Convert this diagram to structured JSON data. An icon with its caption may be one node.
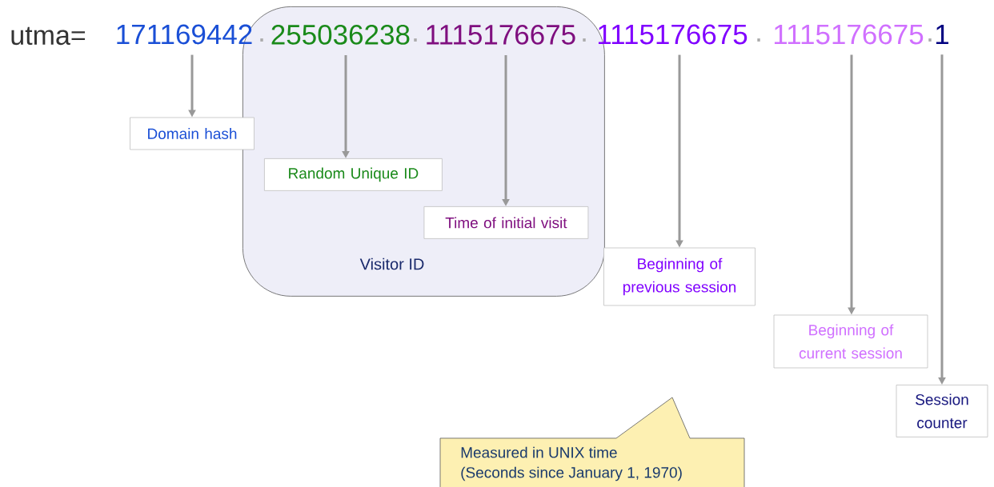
{
  "diagram": {
    "nodes": [
      {
        "text": [
          "Visitor ID"
        ]
      },
      {
        "text": [
          "171169442"
        ]
      },
      {
        "text": [
          "255036238"
        ],
        "in": 0
      },
      {
        "text": [
          "1115176675"
        ],
        "in": 0
      },
      {
        "text": [
          "1115176675"
        ]
      },
      {
        "text": [
          "1115176675"
        ]
      },
      {
        "text": [
          "1"
        ]
      },
      {
        "text": [
          "Domain hash"
        ]
      },
      {
        "text": [
          "Random Unique ID"
        ],
        "in": 0
      },
      {
        "text": [
          "Time of initial visit"
        ],
        "in": 0
      },
      {
        "text": [
          "Beginning of previous session"
        ]
      },
      {
        "text": [
          "Beginning of current session"
        ]
      },
      {
        "text": [
          "Session counter"
        ]
      },
      {
        "text": [
          "Measured in UNIX time",
          "(Seconds since January 1, 1970)"
        ]
      }
    ],
    "edges": [
      {
        "from": 1,
        "to": 7,
        "arrow": "to"
      },
      {
        "from": 2,
        "to": 8,
        "arrow": "to"
      },
      {
        "from": 3,
        "to": 9,
        "arrow": "to"
      },
      {
        "from": 4,
        "to": 10,
        "arrow": "to"
      },
      {
        "from": 5,
        "to": 11,
        "arrow": "to"
      },
      {
        "from": 6,
        "to": 12,
        "arrow": "to"
      }
    ],
    "labels": [
      "utma=",
      ".",
      ".",
      ".",
      ".",
      "."
    ]
  }
}
